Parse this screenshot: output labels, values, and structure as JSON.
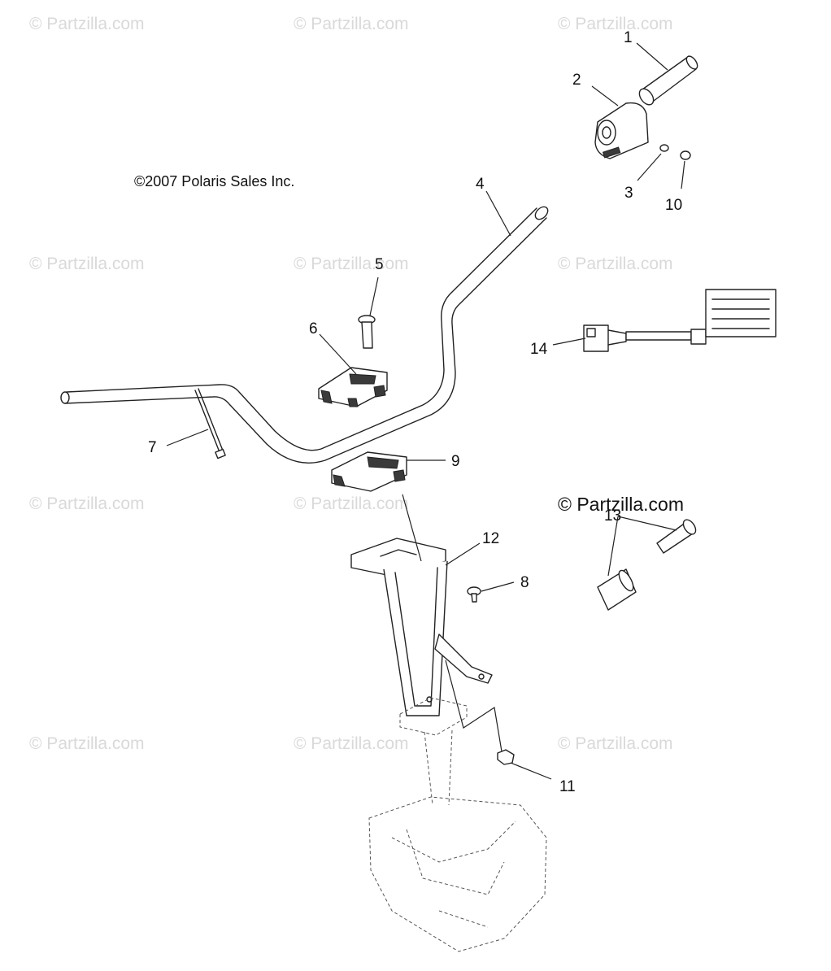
{
  "copyright": "©2007 Polaris Sales Inc.",
  "logo_text": "© Partzilla.com",
  "watermark": "© Partzilla.com",
  "callouts": [
    "1",
    "2",
    "3",
    "4",
    "5",
    "6",
    "7",
    "8",
    "9",
    "10",
    "11",
    "12",
    "13",
    "14"
  ]
}
